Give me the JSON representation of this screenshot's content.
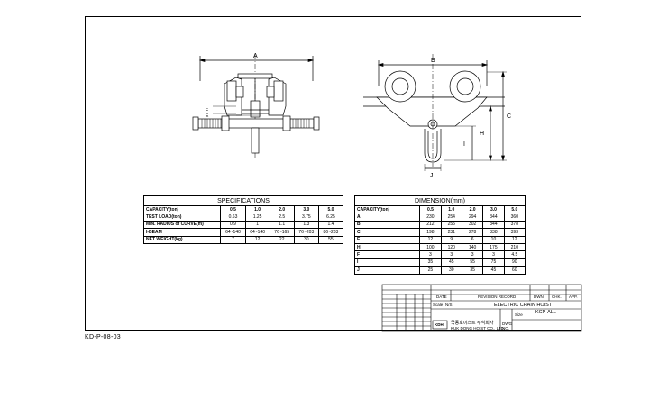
{
  "drawing_number": "KD-P-08-03",
  "dim_labels": {
    "A": "A",
    "B": "B",
    "C": "C",
    "H": "H",
    "J": "J",
    "I": "I",
    "F": "F",
    "E": "E"
  },
  "specifications": {
    "title": "SPECIFICATIONS",
    "header": [
      "CAPACITY(ton)",
      "0.5",
      "1.0",
      "2.0",
      "3.0",
      "5.0"
    ],
    "rows": [
      [
        "TEST LOAD(ton)",
        "0.63",
        "1.25",
        "2.5",
        "3.75",
        "6.25"
      ],
      [
        "MIN. RADIUS of CURVE(m)",
        "0.9",
        "1",
        "1.1",
        "1.3",
        "1.4"
      ],
      [
        "I-BEAM",
        "64~140",
        "64~140",
        "76~165",
        "76~203",
        "86~203"
      ],
      [
        "NET WEIGHT(kg)",
        "7",
        "12",
        "22",
        "30",
        "55"
      ]
    ]
  },
  "dimension": {
    "title": "DIMENSION(mm)",
    "header": [
      "CAPACITY(ton)",
      "0.5",
      "1.0",
      "2.0",
      "3.0",
      "5.0"
    ],
    "rows": [
      [
        "A",
        "230",
        "254",
        "294",
        "344",
        "360"
      ],
      [
        "B",
        "212",
        "255",
        "302",
        "344",
        "378"
      ],
      [
        "C",
        "198",
        "231",
        "278",
        "338",
        "393"
      ],
      [
        "E",
        "12",
        "9",
        "6",
        "10",
        "12"
      ],
      [
        "H",
        "100",
        "120",
        "140",
        "175",
        "210"
      ],
      [
        "F",
        "3",
        "3",
        "3",
        "3",
        "4.5"
      ],
      [
        "I",
        "35",
        "45",
        "55",
        "75",
        "90"
      ],
      [
        "J",
        "25",
        "30",
        "35",
        "45",
        "60"
      ]
    ]
  },
  "title_block": {
    "col_headers": [
      "DWN.",
      "CHK.",
      "APP."
    ],
    "revision_label": "REVISION RECORD",
    "date_label": "DATE",
    "product_name": "ELECTRIC CHAIN HOIST",
    "model": "KCP-ALL",
    "company_kr": "국동호이스트 주식회사",
    "company_en": "KUK DONG HOIST CO., LTD.",
    "scale_label": "Scale",
    "scale_value": "N/S",
    "size_label": "Size",
    "dwg_label": "DWG",
    "no_label": "NO.",
    "logo_text": "KDH"
  }
}
